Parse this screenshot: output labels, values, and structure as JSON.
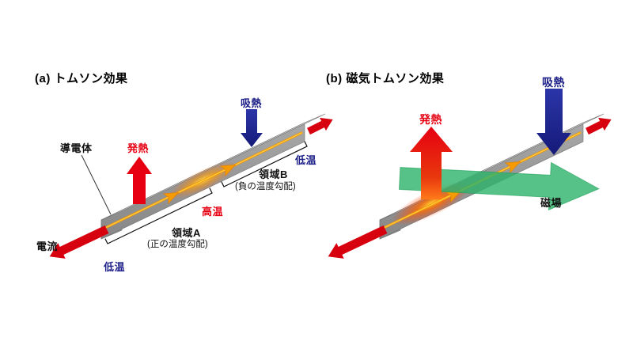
{
  "figure": {
    "background": "#ffffff"
  },
  "colors": {
    "heat_release_red": "#e60012",
    "heat_absorption_blue": "#1d2088",
    "magnetic_field_green": "#2db36a",
    "current_red": "#d7000f",
    "charge_flow_orange": "#f59a00",
    "conductor_gray": "#a0a0a0",
    "text_black": "#111111"
  },
  "panel_a": {
    "title": "(a) トムソン効果",
    "labels": {
      "conductor": "導電体",
      "current": "電流",
      "heat_release": "発熱",
      "heat_absorption": "吸熱",
      "high_temp": "高温",
      "low_temp_left": "低温",
      "low_temp_right": "低温",
      "region_a": "領域A",
      "region_a_sub": "(正の温度勾配)",
      "region_b": "領域B",
      "region_b_sub": "(負の温度勾配)"
    }
  },
  "panel_b": {
    "title": "(b) 磁気トムソン効果",
    "labels": {
      "heat_release": "発熱",
      "heat_absorption": "吸熱",
      "magnetic_field": "磁場"
    }
  }
}
